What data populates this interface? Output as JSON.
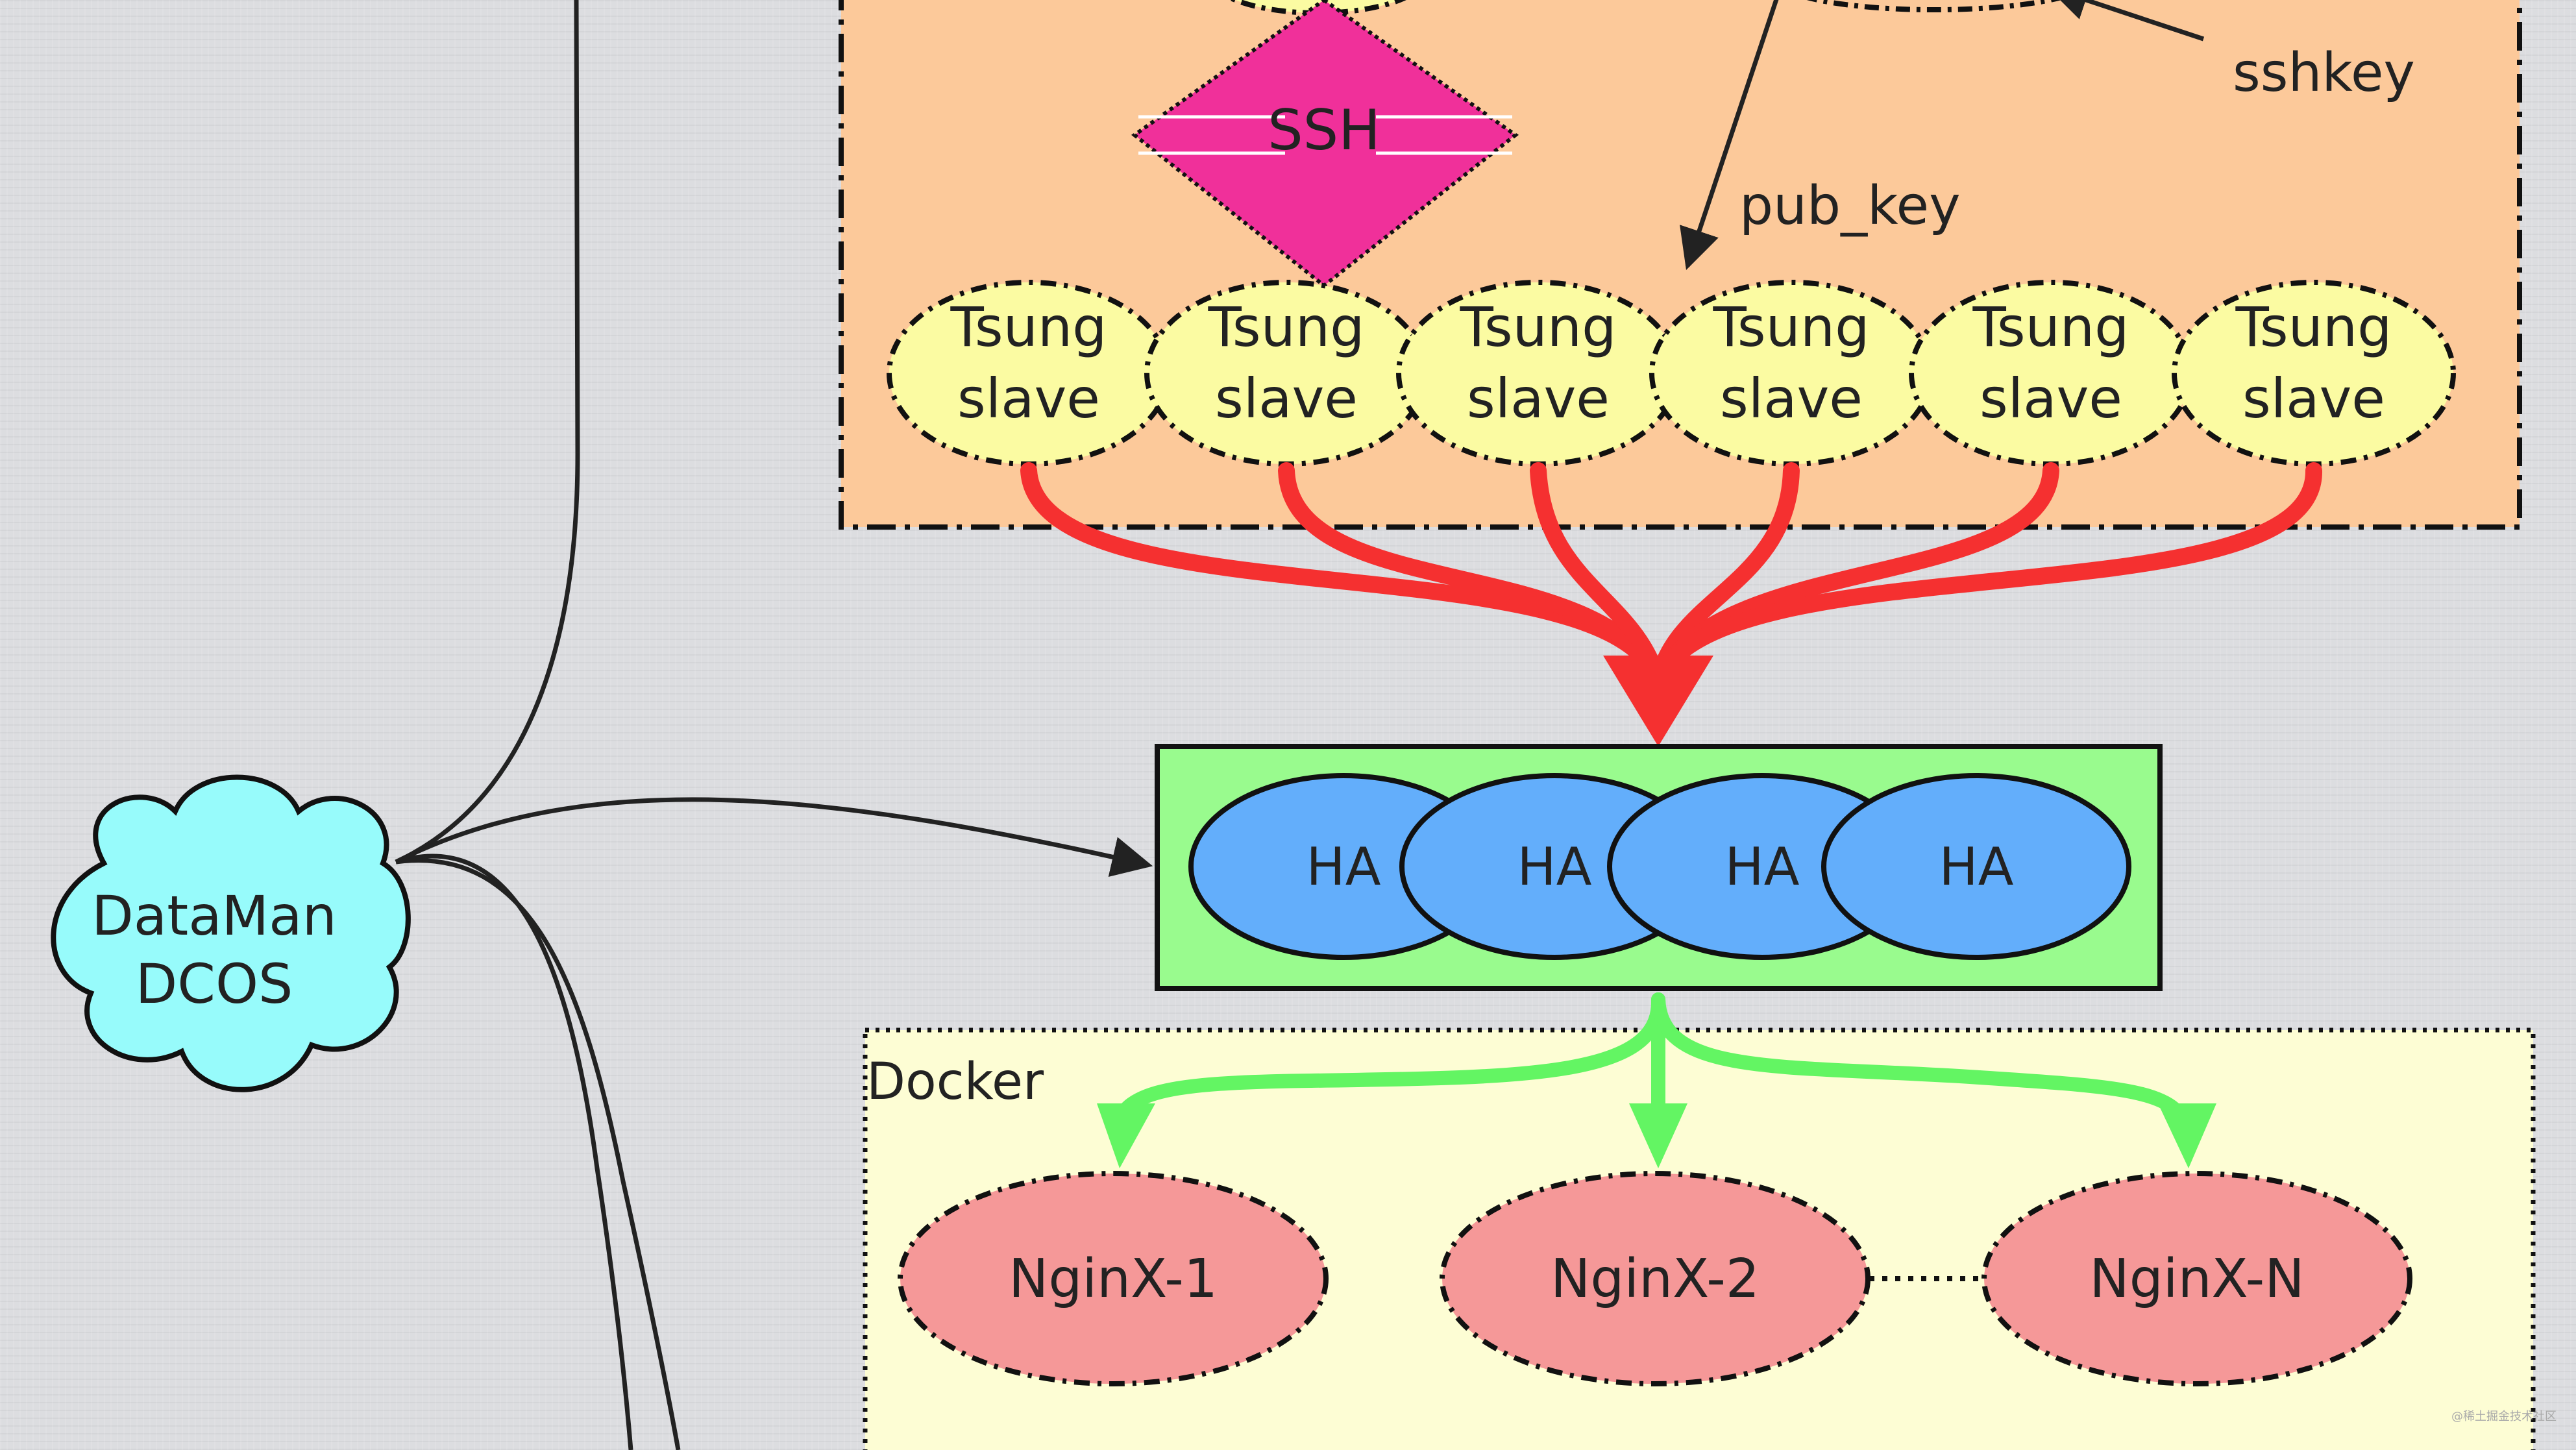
{
  "labels": {
    "ssh": "SSH",
    "sshkey": "sshkey",
    "pub_key": "pub_key",
    "dataman_line1": "DataMan",
    "dataman_line2": "DCOS",
    "docker": "Docker"
  },
  "tsung_slaves": [
    {
      "line1": "Tsung",
      "line2": "slave"
    },
    {
      "line1": "Tsung",
      "line2": "slave"
    },
    {
      "line1": "Tsung",
      "line2": "slave"
    },
    {
      "line1": "Tsung",
      "line2": "slave"
    },
    {
      "line1": "Tsung",
      "line2": "slave"
    },
    {
      "line1": "Tsung",
      "line2": "slave"
    }
  ],
  "ha_nodes": [
    "HA",
    "HA",
    "HA",
    "HA"
  ],
  "nginx_nodes": [
    "NginX-1",
    "NginX-2",
    "NginX-N"
  ],
  "watermark": "@稀土掘金技术社区",
  "colors": {
    "tsung_box": "#fcc99a",
    "tsung_fill": "#fbfba2",
    "ssh_fill": "#f0309a",
    "ha_box": "#99fb8e",
    "ha_fill": "#63aefb",
    "docker_box": "#fdfdd4",
    "nginx_fill": "#f59898",
    "dataman_fill": "#97fbfb",
    "red_arrow": "#f53030",
    "green_arrow": "#63f563"
  }
}
